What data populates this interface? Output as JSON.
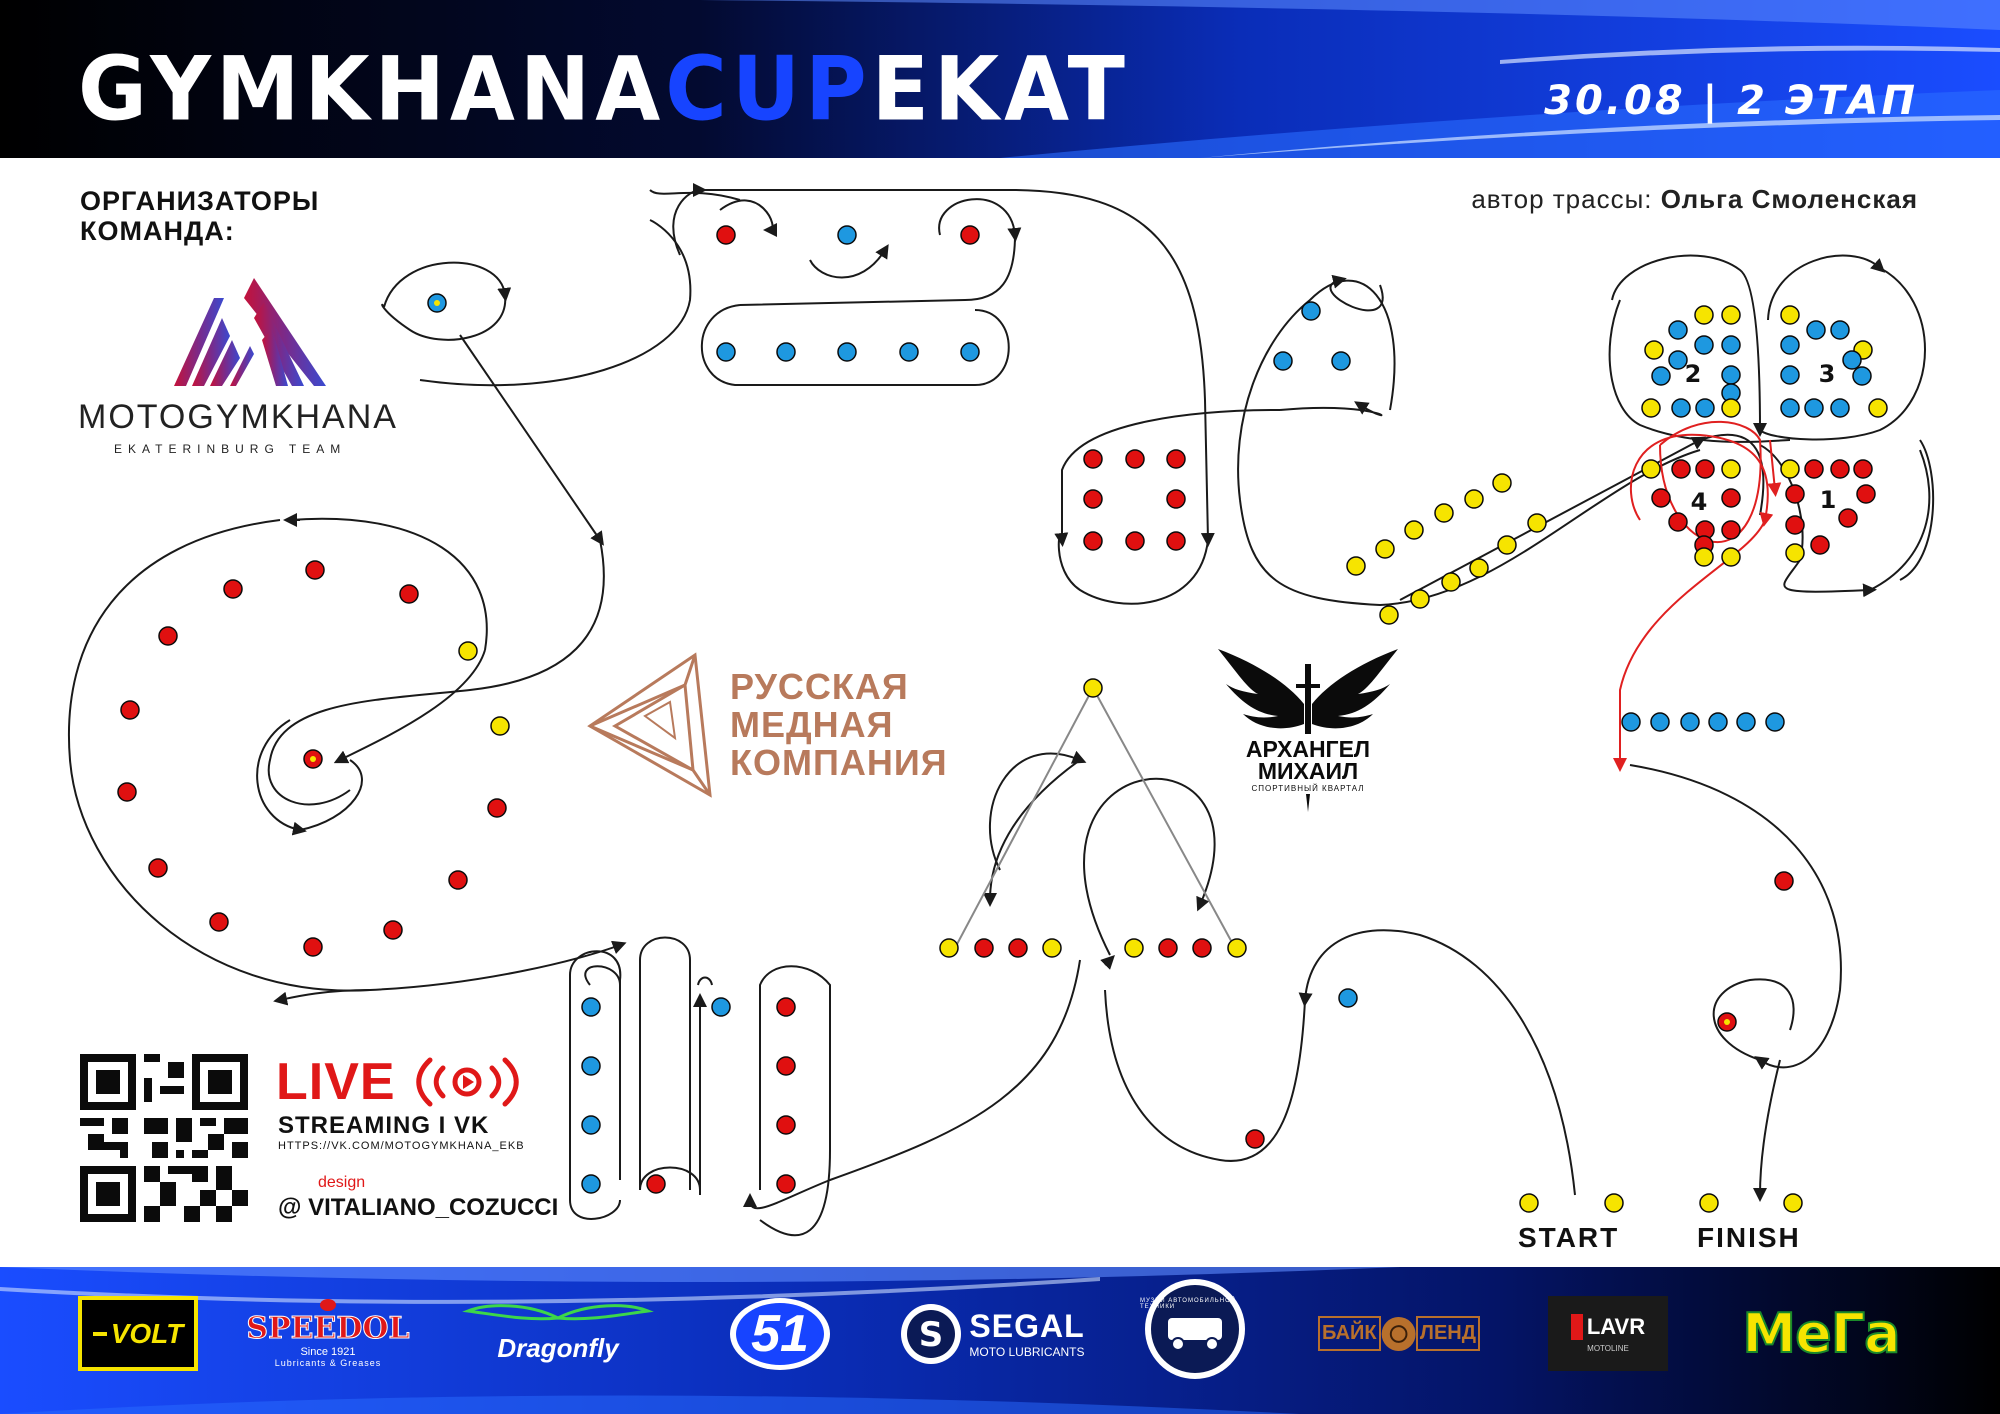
{
  "header": {
    "title_part1": "GYMKHANA",
    "title_part2": "CUP",
    "title_part3": "EKAT",
    "date_stage": "30.08  |  2 ЭТАП"
  },
  "organizers": {
    "heading_line1": "ОРГАНИЗАТОРЫ",
    "heading_line2": "КОМАНДА:",
    "logo_name": "MOTOGYMKHANA",
    "logo_sub": "EKATERINBURG TEAM"
  },
  "author": {
    "label": "автор трассы: ",
    "name": "Ольга Смоленская"
  },
  "partners": {
    "copper_line1": "РУССКАЯ",
    "copper_line2": "МЕДНАЯ",
    "copper_line3": "КОМПАНИЯ",
    "archangel_line1": "АРХАНГЕЛ",
    "archangel_line2": "МИХАИЛ",
    "archangel_sub": "СПОРТИВНЫЙ КВАРТАЛ"
  },
  "live": {
    "live_label": "LIVE",
    "streaming": "STREAMING I VK",
    "url": "HTTPS://VK.COM/MOTOGYMKHANA_EKB",
    "design_label": "design",
    "designer": "@  VITALIANO_COZUCCI"
  },
  "course": {
    "start_label": "START",
    "finish_label": "FINISH",
    "box_numbers": [
      "2",
      "3",
      "4",
      "1"
    ]
  },
  "sponsors": [
    {
      "name": "VOLT",
      "icon": "volt-logo"
    },
    {
      "name": "SPEEDOL",
      "sub": "Since 1921",
      "sub2": "Lubricants & Greases",
      "icon": "speedol-logo"
    },
    {
      "name": "Dragonfly",
      "icon": "dragonfly-logo"
    },
    {
      "name": "51",
      "icon": "moto51-logo"
    },
    {
      "name": "SEGAL",
      "sub": "MOTO LUBRICANTS",
      "icon": "segal-logo"
    },
    {
      "name": "МУЗЕЙ АВТОМОБИЛЬНОЙ ТЕХНИКИ",
      "icon": "museum-logo"
    },
    {
      "name": "БАЙК",
      "name2": "ЛЕНД",
      "icon": "bikeland-logo"
    },
    {
      "name": "LAVR",
      "sub": "MOTOLINE",
      "icon": "lavr-logo"
    },
    {
      "name": "МеГа",
      "icon": "mega-logo"
    }
  ],
  "colors": {
    "red_cone": "#e01010",
    "blue_cone": "#1e98e0",
    "yellow_cone": "#f6e400",
    "accent_blue": "#1744ff",
    "copper": "#b87a5c",
    "red_path": "#e02020"
  }
}
